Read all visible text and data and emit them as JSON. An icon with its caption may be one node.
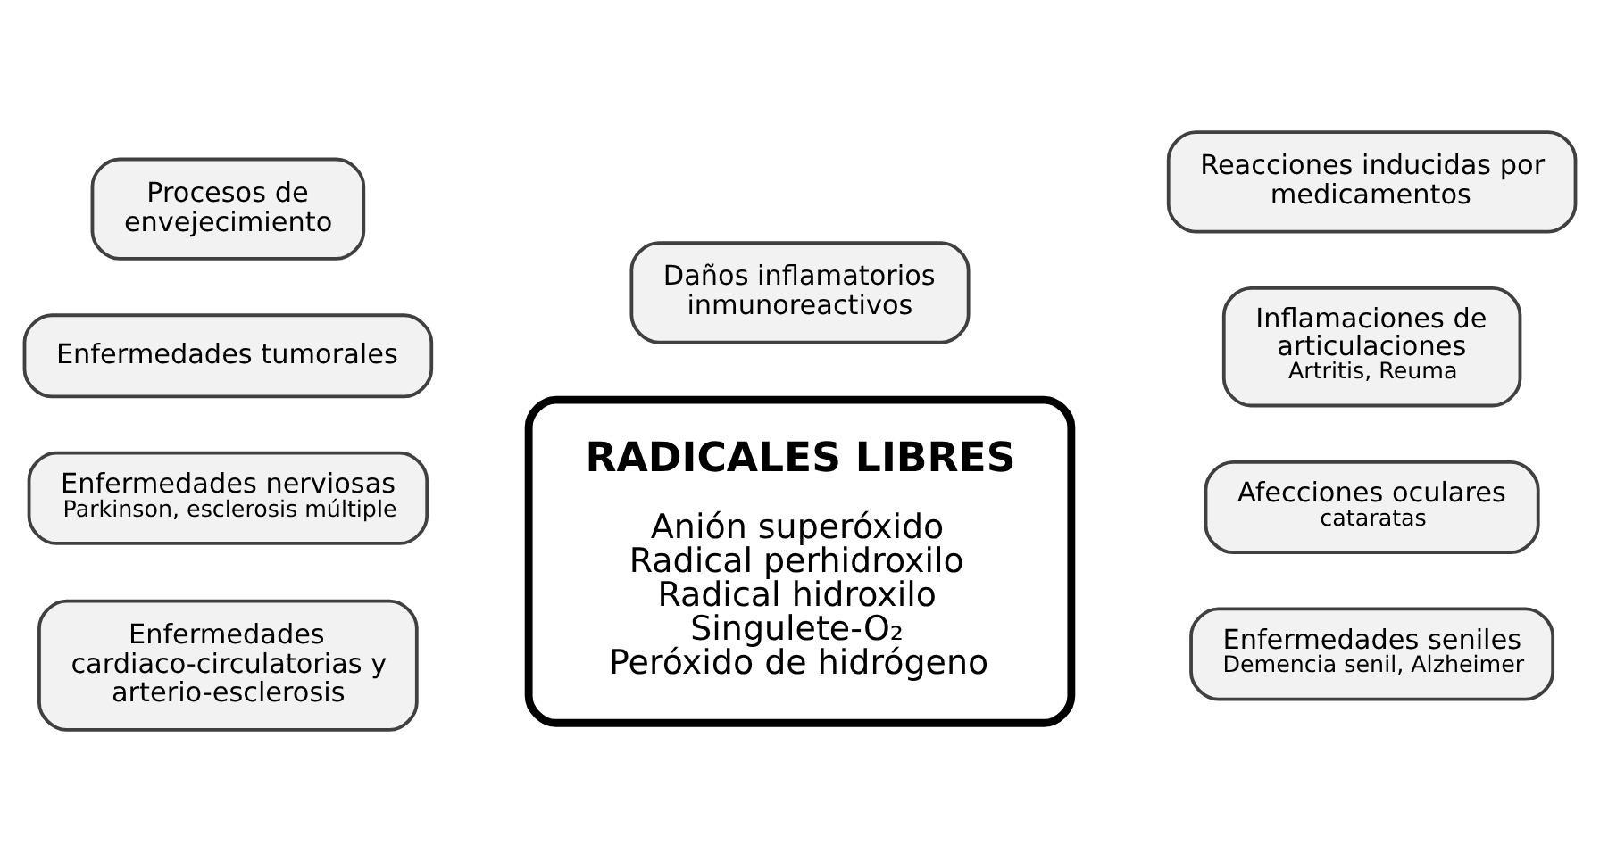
{
  "diagram": {
    "nodes": [
      {
        "text": [
          "Daños inflamatorios inmunoreactivos"
        ]
      },
      {
        "text": [
          "Reacciones inducidas por medicamentos"
        ]
      },
      {
        "text": [
          "Procesos de envejecimiento"
        ]
      },
      {
        "text": [
          "RADICALES LIBRES",
          "Anión superóxido",
          "Radical perhidroxilo",
          "Radical hidroxilo",
          "Singulete-O₂",
          "Peróxido de hidrógeno"
        ]
      },
      {
        "text": [
          "Inflamaciones de articulaciones",
          "Artritis, Reuma"
        ]
      },
      {
        "text": [
          "Enfermedades tumorales"
        ]
      },
      {
        "text": [
          "Enfermedades nerviosas",
          "Parkinson, esclerosis múltiple"
        ]
      },
      {
        "text": [
          "Afecciones oculares",
          "cataratas"
        ]
      },
      {
        "text": [
          "Enfermedades cardiaco-circulatorias y arterio-esclerosis"
        ]
      },
      {
        "text": [
          "Enfermedades seniles",
          "Demencia senil, Alzheimer"
        ]
      }
    ],
    "edges": []
  }
}
